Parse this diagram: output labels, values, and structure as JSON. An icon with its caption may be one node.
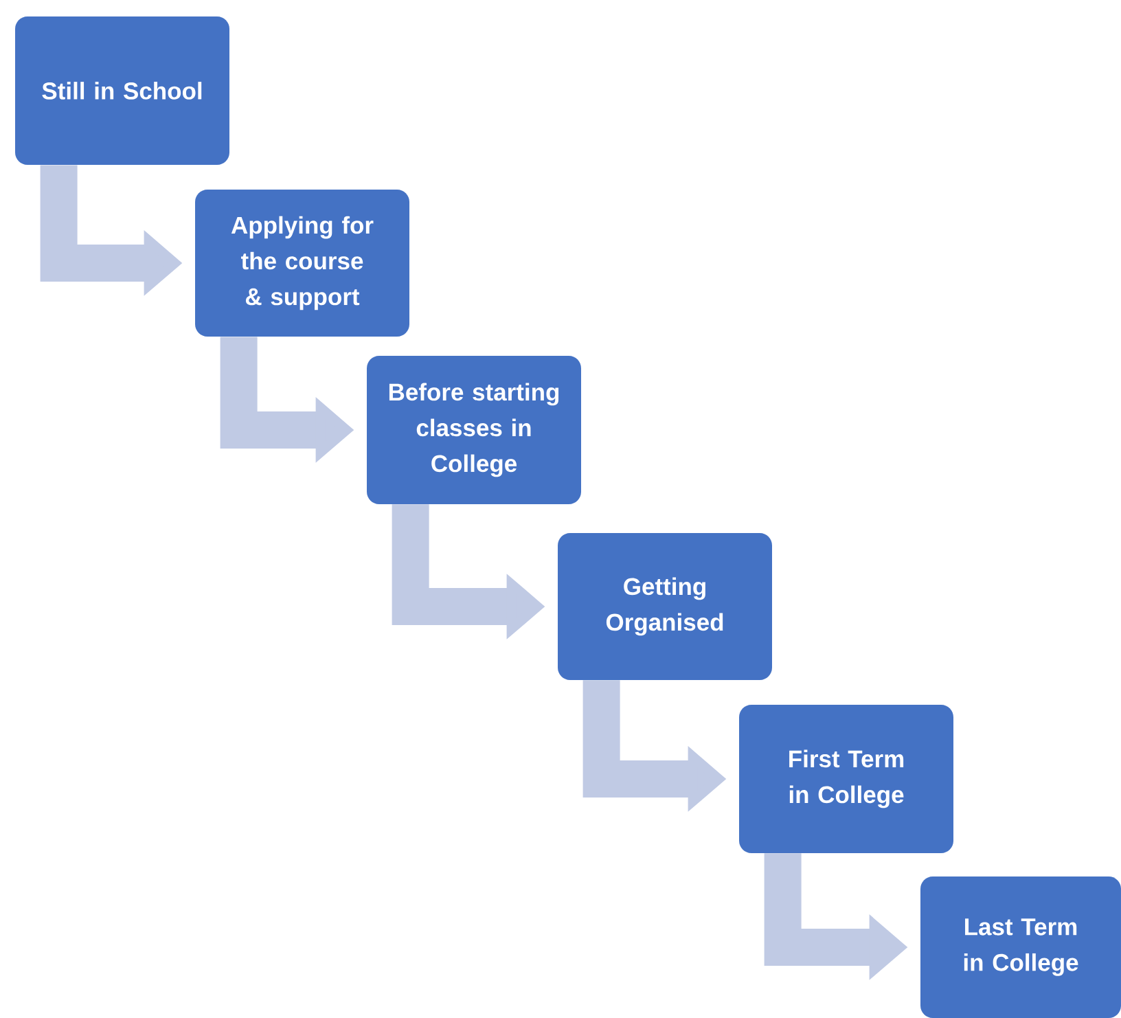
{
  "diagram": {
    "nodes": [
      {
        "text": [
          "Still in School"
        ]
      },
      {
        "text": [
          "Applying for the course & support"
        ]
      },
      {
        "text": [
          "Before starting classes in College"
        ]
      },
      {
        "text": [
          "Getting Organised"
        ]
      },
      {
        "text": [
          "First Term in College"
        ]
      },
      {
        "text": [
          "Last Term in College"
        ]
      }
    ],
    "edges": [
      {
        "from": 0,
        "to": 1,
        "arrow": "to"
      },
      {
        "from": 1,
        "to": 2,
        "arrow": "to"
      },
      {
        "from": 2,
        "to": 3,
        "arrow": "to"
      },
      {
        "from": 3,
        "to": 4,
        "arrow": "to"
      },
      {
        "from": 4,
        "to": 5,
        "arrow": "to"
      }
    ]
  }
}
